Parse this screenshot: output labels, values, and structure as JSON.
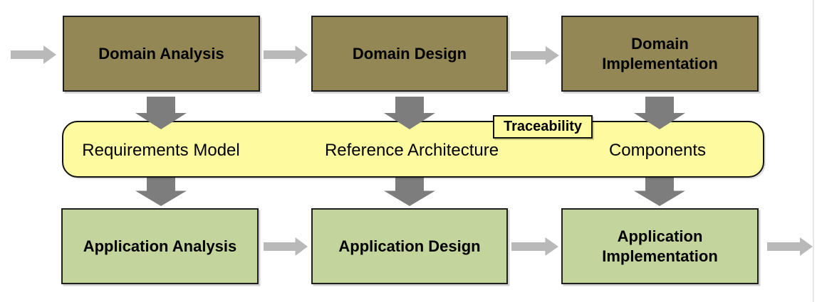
{
  "top_row": {
    "boxes": [
      {
        "label": "Domain Analysis"
      },
      {
        "label": "Domain Design"
      },
      {
        "label": "Domain Implementation"
      }
    ]
  },
  "band": {
    "tag": "Traceability",
    "items": [
      {
        "label": "Requirements Model"
      },
      {
        "label": "Reference Architecture"
      },
      {
        "label": "Components"
      }
    ]
  },
  "bottom_row": {
    "boxes": [
      {
        "label": "Application Analysis"
      },
      {
        "label": "Application Design"
      },
      {
        "label": "Application Implementation"
      }
    ]
  },
  "icons": {
    "horizontal_arrow": "arrow-right",
    "vertical_arrow": "arrow-down"
  },
  "colors": {
    "domain_box_fill": "#938756",
    "application_box_fill": "#c3d49d",
    "band_fill": "#fdfa9f",
    "box_border": "#1f1f1f",
    "horizontal_arrow": "#b9b9b9",
    "vertical_arrow": "#7d7d7d",
    "text": "#000000"
  }
}
